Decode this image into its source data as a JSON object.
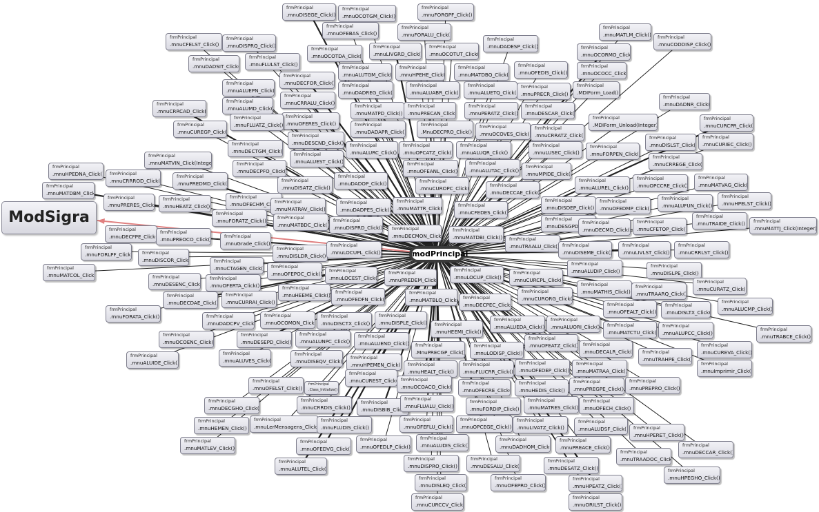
{
  "diagram": {
    "center_label": "modPrincipal",
    "module_label": "ModSigra",
    "class_prefix": "frmPrincipal",
    "nodes": [
      {
        "c": "frmPrincipal",
        "m": ".mnuDISEGE_Click()"
      },
      {
        "c": "frmPrincipal",
        "m": ".mnuOCOTGM_Click()"
      },
      {
        "c": "frmPrincipal",
        "m": ".mnuFORGPF_Click()"
      },
      {
        "c": "frmPrincipal",
        "m": ".mnuOFEBAS_Click()"
      },
      {
        "c": "frmPrincipal",
        "m": ".mnuFORALU_Click()"
      },
      {
        "c": "frmPrincipal",
        "m": ".mnuCFELST_Click()"
      },
      {
        "c": "frmPrincipal",
        "m": ".mnuDISPRQ_Click()"
      },
      {
        "c": "frmPrincipal",
        "m": ".mnuLIVGRD_Click()"
      },
      {
        "c": "frmPrincipal",
        "m": ".mnuOCOTUT_Click()"
      },
      {
        "c": "frmPrincipal",
        "m": ".mnuDADESP_Click()"
      },
      {
        "c": "frmPrincipal",
        "m": ".mnuMATLM_Click()"
      },
      {
        "c": "frmPrincipal",
        "m": ".mnuCODDISP_Click()"
      },
      {
        "c": "frmPrincipal",
        "m": ".mnuOCOTDA_Click()"
      },
      {
        "c": "frmPrincipal",
        "m": ".mnuFLULST_Click()"
      },
      {
        "c": "frmPrincipal",
        "m": ".mnuOCORMO_Click()"
      },
      {
        "c": "frmPrincipal",
        "m": ".mnuDADSIT_Click()"
      },
      {
        "c": "frmPrincipal",
        "m": ".mnuALUTGM_Click()"
      },
      {
        "c": "frmPrincipal",
        "m": ".mnuHPEHE_Click()"
      },
      {
        "c": "frmPrincipal",
        "m": ".mnuMATDBQ_Click()"
      },
      {
        "c": "frmPrincipal",
        "m": ".mnuOFEDIS_Click()"
      },
      {
        "c": "frmPrincipal",
        "m": ".mnuOCOCC_Click()"
      },
      {
        "c": "frmPrincipal",
        "m": ".mnuDECFOR_Click()"
      },
      {
        "c": "frmPrincipal",
        "m": ".mnuALUEPN_Click()"
      },
      {
        "c": "frmPrincipal",
        "m": ".mnuDADREG_Click()"
      },
      {
        "c": "frmPrincipal",
        "m": ".mnuALUABR_Click()"
      },
      {
        "c": "frmPrincipal",
        "m": ".mnuALUETQ_Click()"
      },
      {
        "c": "frmPrincipal",
        "m": ".mnuPRECR_Click()"
      },
      {
        "c": "frmPrincipal",
        "m": ".MDIForm_Load()"
      },
      {
        "c": "frmPrincipal",
        "m": ".mnuCRRALU_Click()"
      },
      {
        "c": "frmPrincipal",
        "m": ".mnuALUMD_Click()"
      },
      {
        "c": "frmPrincipal",
        "m": ".mnuMATPD_Click()"
      },
      {
        "c": "frmPrincipal",
        "m": ".mnuPRECAN_Click()"
      },
      {
        "c": "frmPrincipal",
        "m": ".mnuPERATZ_Click()"
      },
      {
        "c": "frmPrincipal",
        "m": ".mnuDESCAR_Click()"
      },
      {
        "c": "frmPrincipal",
        "m": ".mnuDADNR_Click()"
      },
      {
        "c": "frmPrincipal",
        "m": ".mnuCRRCAD_Click()"
      },
      {
        "c": "frmPrincipal",
        "m": ".mnuOFERES_Click()"
      },
      {
        "c": "frmPrincipal",
        "m": ".mnuDADAPR_Click()"
      },
      {
        "c": "frmPrincipal",
        "m": ".MnuDECPRO_Click()"
      },
      {
        "c": "frmPrincipal",
        "m": ".mnuOCOVES_Click()"
      },
      {
        "c": "frmPrincipal",
        "m": ".mnuCRRATZ_Click()"
      },
      {
        "c": "frmPrincipal",
        "m": ".MDIForm_Unload(Integer)"
      },
      {
        "c": "frmPrincipal",
        "m": ".mnuCURCPR_Click()"
      },
      {
        "c": "frmPrincipal",
        "m": ".mnuCUREGP_Click()"
      },
      {
        "c": "frmPrincipal",
        "m": ".mnuFLUATZ_Click()"
      },
      {
        "c": "frmPrincipal",
        "m": ".mnuDESCND_Click()"
      },
      {
        "c": "frmPrincipal",
        "m": ".mnuCURIEC_Click()"
      },
      {
        "c": "frmPrincipal",
        "m": ".mnuDISLST_Click()"
      },
      {
        "c": "frmPrincipal",
        "m": ".mnuDECTGM_Click()"
      },
      {
        "c": "frmPrincipal",
        "m": ".mnuALURC_Click()"
      },
      {
        "c": "frmPrincipal",
        "m": ".mnuOPCATZ_Click()"
      },
      {
        "c": "frmPrincipal",
        "m": ".mnuALUQR_Click()"
      },
      {
        "c": "frmPrincipal",
        "m": ".mnuLUSEC_Click()"
      },
      {
        "c": "frmPrincipal",
        "m": ".mnuFORPEN_Click()"
      },
      {
        "c": "frmPrincipal",
        "m": ".mnuMATVIN_Click(Integer)"
      },
      {
        "c": "frmPrincipal",
        "m": ".mnuALUEST_Click()"
      },
      {
        "c": "frmPrincipal",
        "m": ".mnuOFEANL_Click()"
      },
      {
        "c": "frmPrincipal",
        "m": ".mnuALUTAC_Click()"
      },
      {
        "c": "frmPrincipal",
        "m": ".mnuCRREGE_Click()"
      },
      {
        "c": "frmPrincipal",
        "m": ".mnuDECPFO_Click()"
      },
      {
        "c": "frmPrincipal",
        "m": ".mnuHPEDNA_Click()"
      },
      {
        "c": "frmPrincipal",
        "m": ".mnuMPIDE_Click()"
      },
      {
        "c": "frmPrincipal",
        "m": ".mnuCRRROD_Click()"
      },
      {
        "c": "frmPrincipal",
        "m": ".mnuPREDMD_Click()"
      },
      {
        "c": "frmPrincipal",
        "m": ".mnuDADOP_Click()"
      },
      {
        "c": "frmPrincipal",
        "m": ".mnuCUROPC_Click()"
      },
      {
        "c": "frmPrincipal",
        "m": ".mnuDECCAE_Click()"
      },
      {
        "c": "frmPrincipal",
        "m": ".mnuALUREL_Click()"
      },
      {
        "c": "frmPrincipal",
        "m": ".mnuOPCCRE_Click()"
      },
      {
        "c": "frmPrincipal",
        "m": ".mnuMATVAG_Click()"
      },
      {
        "c": "frmPrincipal",
        "m": ".mnuMATDBM_Click()"
      },
      {
        "c": "frmPrincipal",
        "m": ".mnuDISATZ_Click()"
      },
      {
        "c": "frmPrincipal",
        "m": ".mnuPRERES_Click()"
      },
      {
        "c": "frmPrincipal",
        "m": ".mnuHEATZ_Click()"
      },
      {
        "c": "frmPrincipal",
        "m": ".mnuOFECHM_Click()"
      },
      {
        "c": "frmPrincipal",
        "m": ".mnuDADPES_Click()"
      },
      {
        "c": "frmPrincipal",
        "m": ".mnuMATTR_Click()"
      },
      {
        "c": "frmPrincipal",
        "m": ".mnuCFEDES_Click()"
      },
      {
        "c": "frmPrincipal",
        "m": ".mnuDISDEP_Click()"
      },
      {
        "c": "frmPrincipal",
        "m": ".mnuOFEDMP_Click()"
      },
      {
        "c": "frmPrincipal",
        "m": ".mnuALUFUN_Click()"
      },
      {
        "c": "frmPrincipal",
        "m": ".mnuHPELST_Click()"
      },
      {
        "c": "frmPrincipal",
        "m": ".mnuMATRAV_Click()"
      },
      {
        "c": "frmPrincipal",
        "m": ".mnuFORATZ_Click()"
      },
      {
        "c": "frmPrincipal",
        "m": ".mnuDISPRD_Click()"
      },
      {
        "c": "frmPrincipal",
        "m": ".mnuDESGPD_Click()"
      },
      {
        "c": "frmPrincipal",
        "m": ".mnuDECMD_Click()"
      },
      {
        "c": "frmPrincipal",
        "m": ".mnuCFETOP_Click()"
      },
      {
        "c": "frmPrincipal",
        "m": ".mnuTRAIDE_Click()"
      },
      {
        "c": "frmPrincipal",
        "m": ".mnuMATTJ_Click(Integer)"
      },
      {
        "c": "frmPrincipal",
        "m": ".mnuMATBDC_Click()"
      },
      {
        "c": "frmPrincipal",
        "m": ".mnuDECMON_Click()"
      },
      {
        "c": "frmPrincipal",
        "m": ".mnuMATDBI_Click()"
      },
      {
        "c": "frmPrincipal",
        "m": ".mnuDECFPE_Click()"
      },
      {
        "c": "frmPrincipal",
        "m": ".mnuPREOCO_Click()"
      },
      {
        "c": "frmPrincipal",
        "m": ".mnuGrade_Click()"
      },
      {
        "c": "frmPrincipal",
        "m": ".mnuTRAALU_Click()"
      },
      {
        "c": "frmPrincipal",
        "m": ".mnuDISEME_Click()"
      },
      {
        "c": "frmPrincipal",
        "m": ".mnuLIVLST_Click()"
      },
      {
        "c": "frmPrincipal",
        "m": ".mnuCRRLST_Click()"
      },
      {
        "c": "frmPrincipal",
        "m": ".mnuFORLPF_Click()"
      },
      {
        "c": "frmPrincipal",
        "m": ".mnuDISCOR_Click()"
      },
      {
        "c": "frmPrincipal",
        "m": ".mnuDISLDR_Click()"
      },
      {
        "c": "frmPrincipal",
        "m": ".mnuLOCUPL_Click()"
      },
      {
        "c": "frmPrincipal",
        "m": ".mnuCTAGEN_Click()"
      },
      {
        "c": "frmPrincipal",
        "m": ".mnuLOCUP_Click()"
      },
      {
        "c": "frmPrincipal",
        "m": ".mnuCURCPL_Click()"
      },
      {
        "c": "frmPrincipal",
        "m": ".mnuALUDIP_Click()"
      },
      {
        "c": "frmPrincipal",
        "m": ".mnuDISLPE_Click()"
      },
      {
        "c": "frmPrincipal",
        "m": ".mnuMATCOL_Click()"
      },
      {
        "c": "frmPrincipal",
        "m": ".mnuOFEPOC_Click()"
      },
      {
        "c": "frmPrincipal",
        "m": ".mnuLOCEST_Click()"
      },
      {
        "c": "frmPrincipal",
        "m": ".mnuPREDEM_Click()"
      },
      {
        "c": "frmPrincipal",
        "m": ".mnuDESENC_Click()"
      },
      {
        "c": "frmPrincipal",
        "m": ".mnuOFERTA_Click()"
      },
      {
        "c": "frmPrincipal",
        "m": ".mnuHEEME_Click()"
      },
      {
        "c": "frmPrincipal",
        "m": ".mnuMATHIS_Click()"
      },
      {
        "c": "frmPrincipal",
        "m": ".mnuTRAARQ_Click()"
      },
      {
        "c": "frmPrincipal",
        "m": ".mnuCURATZ_Click()"
      },
      {
        "c": "frmPrincipal",
        "m": ".mnuOFEDFN_Click()"
      },
      {
        "c": "frmPrincipal",
        "m": ".mnuMATBLQ_Click()"
      },
      {
        "c": "frmPrincipal",
        "m": ".mnuDECPEC_Click()"
      },
      {
        "c": "frmPrincipal",
        "m": ".mnuCURORG_Click()"
      },
      {
        "c": "frmPrincipal",
        "m": ".mnuOFEALT_Click()"
      },
      {
        "c": "frmPrincipal",
        "m": ".mnuDISLTX_Click()"
      },
      {
        "c": "frmPrincipal",
        "m": ".mnuALUCMP_Click()"
      },
      {
        "c": "frmPrincipal",
        "m": ".mnuDECDAE_Click()"
      },
      {
        "c": "frmPrincipal",
        "m": ".mnuCURRAI_Click()"
      },
      {
        "c": "frmPrincipal",
        "m": ".mnuFORATA_Click()"
      },
      {
        "c": "frmPrincipal",
        "m": ".mnuDADCPV_Click()"
      },
      {
        "c": "frmPrincipal",
        "m": ".mnuOCOMON_Click()"
      },
      {
        "c": "frmPrincipal",
        "m": ".mnuDISCTX_Click()"
      },
      {
        "c": "frmPrincipal",
        "m": ".mnuDISPLE_Click()"
      },
      {
        "c": "frmPrincipal",
        "m": ".mnuALUEDA_Click()"
      },
      {
        "c": "frmPrincipal",
        "m": ".mnuALUORI_Click()"
      },
      {
        "c": "frmPrincipal",
        "m": ".mnuMATCTU_Click()"
      },
      {
        "c": "frmPrincipal",
        "m": ".mnuALUPCC_Click()"
      },
      {
        "c": "frmPrincipal",
        "m": ".mnuTRABCE_Click()"
      },
      {
        "c": "frmPrincipal",
        "m": ".mnuHEEMI_Click()"
      },
      {
        "c": "frmPrincipal",
        "m": ".mnuOCOENC_Click()"
      },
      {
        "c": "frmPrincipal",
        "m": ".mnuDESEPD_Click()"
      },
      {
        "c": "frmPrincipal",
        "m": ".mnuALUNPC_Click()"
      },
      {
        "c": "frmPrincipal",
        "m": ".mnuALUEND_Click()"
      },
      {
        "c": "frmPrincipal",
        "m": ".mnuOFEATZ_Click()"
      },
      {
        "c": "frmPrincipal",
        "m": ".mnuDECALR_Click()"
      },
      {
        "c": "frmPrincipal",
        "m": ".mnuCUREVA_Click()"
      },
      {
        "c": "frmPrincipal",
        "m": ".mnuALUIDE_Click()"
      },
      {
        "c": "frmPrincipal",
        "m": ".MnuPRECGP_Click()"
      },
      {
        "c": "frmPrincipal",
        "m": ".mnuLODISP_Click()"
      },
      {
        "c": "frmPrincipal",
        "m": ".mnuTRAHPE_Click()"
      },
      {
        "c": "frmPrincipal",
        "m": ".mnuImprimir_Click()"
      },
      {
        "c": "frmPrincipal",
        "m": ".mnuALUVES_Click()"
      },
      {
        "c": "frmPrincipal",
        "m": ".mnuDISEQV_Click()"
      },
      {
        "c": "frmPrincipal",
        "m": ".mnuHPEMEN_Click()"
      },
      {
        "c": "frmPrincipal",
        "m": ".mnuHEALT_Click()"
      },
      {
        "c": "frmPrincipal",
        "m": ".mnuFLUCRR_Click()"
      },
      {
        "c": "frmPrincipal",
        "m": ".mnuOFEDEP_Click()"
      },
      {
        "c": "frmPrincipal",
        "m": ".mnuMATRAA_Click()"
      },
      {
        "c": "frmPrincipal",
        "m": ".mnuOFELST_Click()"
      },
      {
        "c": "frmPrincipal",
        "m": ".Class_Initialize()"
      },
      {
        "c": "frmPrincipal",
        "m": ".mnuCUREST_Click()"
      },
      {
        "c": "frmPrincipal",
        "m": ".mnuOCOACO_Click()"
      },
      {
        "c": "frmPrincipal",
        "m": ".mnuOFECRE_Click()"
      },
      {
        "c": "frmPrincipal",
        "m": ".mnuHEDIS_Click()"
      },
      {
        "c": "frmPrincipal",
        "m": ".mnuPREGPE_Click()"
      },
      {
        "c": "frmPrincipal",
        "m": ".mnuPREPRO_Click()"
      },
      {
        "c": "frmPrincipal",
        "m": ".mnuDECGHO_Click()"
      },
      {
        "c": "frmPrincipal",
        "m": ".mnuCRRDIS_Click()"
      },
      {
        "c": "frmPrincipal",
        "m": ".mnuDISBIB_Click()"
      },
      {
        "c": "frmPrincipal",
        "m": ".mnuFLUALU_Click()"
      },
      {
        "c": "frmPrincipal",
        "m": ".mnuFORDIP_Click()"
      },
      {
        "c": "frmPrincipal",
        "m": ".mnuMATRES_Click()"
      },
      {
        "c": "frmPrincipal",
        "m": ".mnuOFECH_Click()"
      },
      {
        "c": "frmPrincipal",
        "m": ".mnuHEMEN_Click()"
      },
      {
        "c": "frmPrincipal",
        "m": ".mnuLerMensagens_Click()"
      },
      {
        "c": "frmPrincipal",
        "m": ".mnuFLUDIS_Click()"
      },
      {
        "c": "frmPrincipal",
        "m": ".mnuOFEFLU_Click()"
      },
      {
        "c": "frmPrincipal",
        "m": ".mnuOPCEGE_Click()"
      },
      {
        "c": "frmPrincipal",
        "m": ".mnuLIVATZ_Click()"
      },
      {
        "c": "frmPrincipal",
        "m": ".mnuALUDSF_Click()"
      },
      {
        "c": "frmPrincipal",
        "m": ".mnuHPERET_Click()"
      },
      {
        "c": "frmPrincipal",
        "m": ".mnuMATLEV_Click()"
      },
      {
        "c": "frmPrincipal",
        "m": ".mnuOFEDVG_Click()"
      },
      {
        "c": "frmPrincipal",
        "m": ".mnuOFEDLP_Click()"
      },
      {
        "c": "frmPrincipal",
        "m": ".mnuALUDIS_Click()"
      },
      {
        "c": "frmPrincipal",
        "m": ".mnuDADHOM_Click()"
      },
      {
        "c": "frmPrincipal",
        "m": ".mnuPREACE_Click()"
      },
      {
        "c": "frmPrincipal",
        "m": ".mnuTRAADOC_Click()"
      },
      {
        "c": "frmPrincipal",
        "m": ".mnuDECCAR_Click()"
      },
      {
        "c": "frmPrincipal",
        "m": ".mnuALUTEL_Click()"
      },
      {
        "c": "frmPrincipal",
        "m": ".mnuDISPRO_Click()"
      },
      {
        "c": "frmPrincipal",
        "m": ".mnuDESALU_Click()"
      },
      {
        "c": "frmPrincipal",
        "m": ".mnuDESATZ_Click()"
      },
      {
        "c": "frmPrincipal",
        "m": ".mnuHPEGHO_Click()"
      },
      {
        "c": "frmPrincipal",
        "m": ".mnuDISLEQ_Click()"
      },
      {
        "c": "frmPrincipal",
        "m": ".mnuOFEPRO_Click()"
      },
      {
        "c": "frmPrincipal",
        "m": ".mnuHPEATZ_Click()"
      },
      {
        "c": "frmPrincipal",
        "m": ".mnuCURCCV_Click()"
      },
      {
        "c": "frmPrincipal",
        "m": ".mnuORILST_Click()"
      }
    ]
  },
  "colors": {
    "edge": "#222222",
    "module_edge": "#e08080"
  }
}
